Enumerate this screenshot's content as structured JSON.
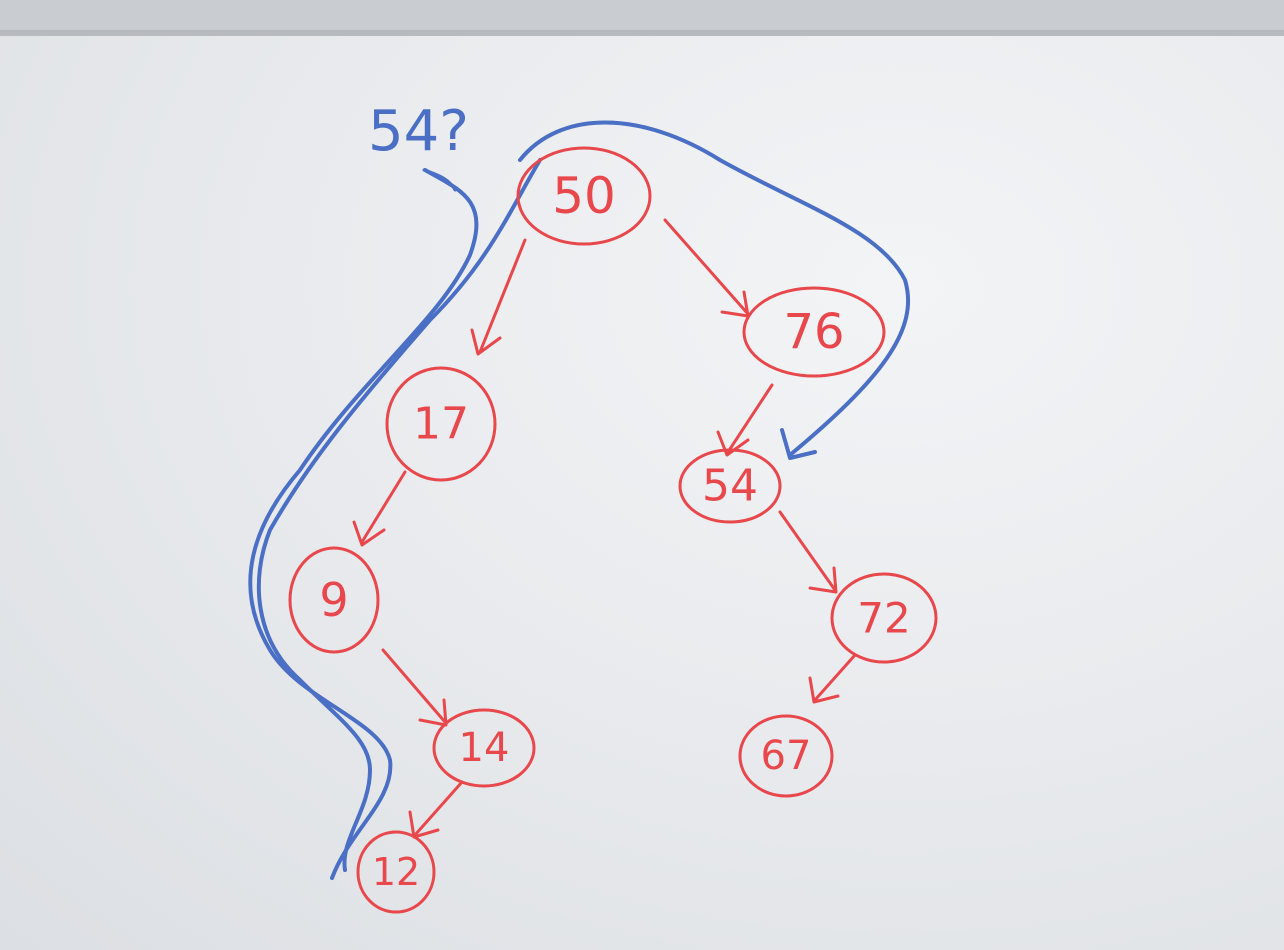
{
  "question": "54?",
  "tree": {
    "nodes": [
      {
        "id": "n50",
        "label": "50"
      },
      {
        "id": "n17",
        "label": "17"
      },
      {
        "id": "n76",
        "label": "76"
      },
      {
        "id": "n9",
        "label": "9"
      },
      {
        "id": "n54",
        "label": "54"
      },
      {
        "id": "n14",
        "label": "14"
      },
      {
        "id": "n72",
        "label": "72"
      },
      {
        "id": "n12",
        "label": "12"
      },
      {
        "id": "n67",
        "label": "67"
      }
    ],
    "edges": [
      {
        "from": "n50",
        "to": "n17"
      },
      {
        "from": "n50",
        "to": "n76"
      },
      {
        "from": "n17",
        "to": "n9"
      },
      {
        "from": "n9",
        "to": "n14"
      },
      {
        "from": "n14",
        "to": "n12"
      },
      {
        "from": "n76",
        "to": "n54"
      },
      {
        "from": "n54",
        "to": "n72"
      },
      {
        "from": "n72",
        "to": "n67"
      }
    ]
  },
  "colors": {
    "marker_red": "#e8484c",
    "marker_blue": "#4a6fc4",
    "board": "#e9ebee"
  }
}
